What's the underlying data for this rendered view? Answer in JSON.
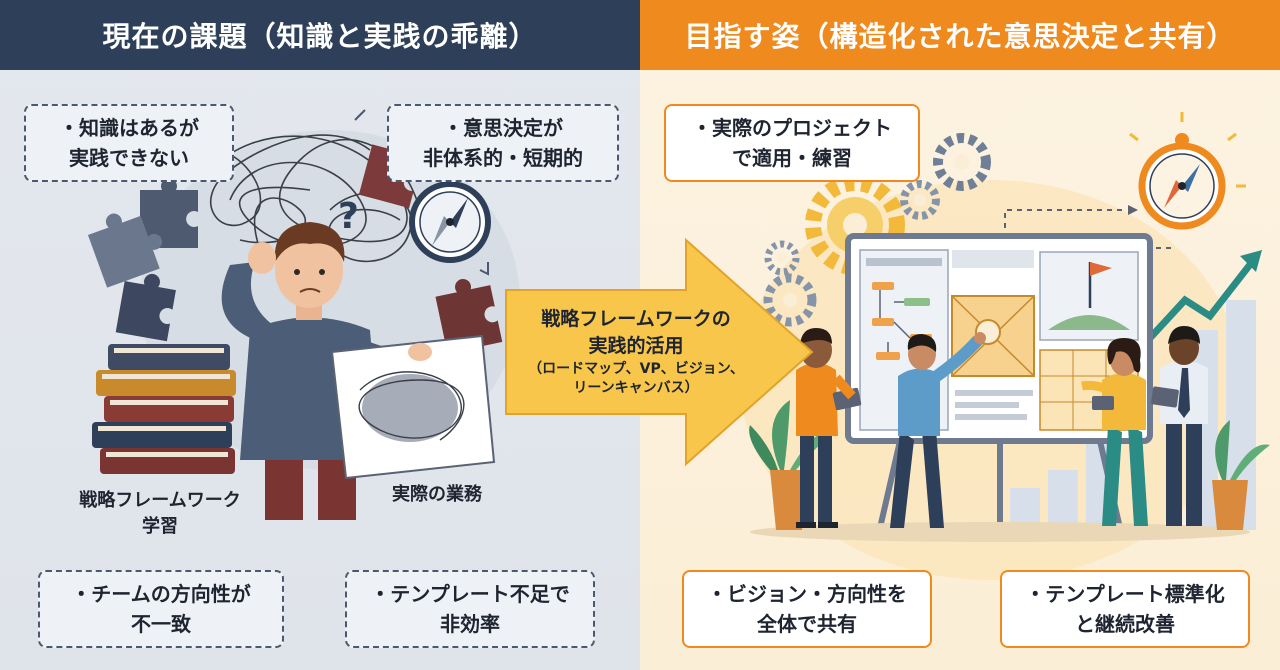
{
  "left_panel": {
    "title": "現在の課題（知識と実践の乖離）",
    "issue_1": [
      "・知識はあるが",
      "実践できない"
    ],
    "issue_2": [
      "・意思決定が",
      "非体系的・短期的"
    ],
    "issue_3": [
      "・チームの方向性が",
      "不一致"
    ],
    "issue_4": [
      "・テンプレート不足で",
      "非効率"
    ],
    "books_caption": [
      "戦略フレームワーク",
      "学習"
    ],
    "work_caption": "実際の業務"
  },
  "center_arrow": {
    "line_1": "戦略フレームワークの",
    "line_2": "実践的活用",
    "line_3": "（ロードマップ、VP、ビジョン、",
    "line_4": "リーンキャンバス）"
  },
  "right_panel": {
    "title": "目指す姿（構造化された意思決定と共有）",
    "goal_1": [
      "・実際のプロジェクト",
      "で適用・練習"
    ],
    "goal_2": [
      "・ビジョン・方向性を",
      "全体で共有"
    ],
    "goal_3": [
      "・テンプレート標準化",
      "と継続改善"
    ]
  },
  "colors": {
    "navy": "#2e3f59",
    "orange": "#ef8a1f",
    "arrow_yellow": "#f7c64a"
  },
  "icons": [
    "puzzle-piece-icon",
    "compass-icon",
    "question-mark-icon",
    "gear-icon",
    "flag-icon",
    "trend-arrow-icon",
    "plant-icon"
  ]
}
